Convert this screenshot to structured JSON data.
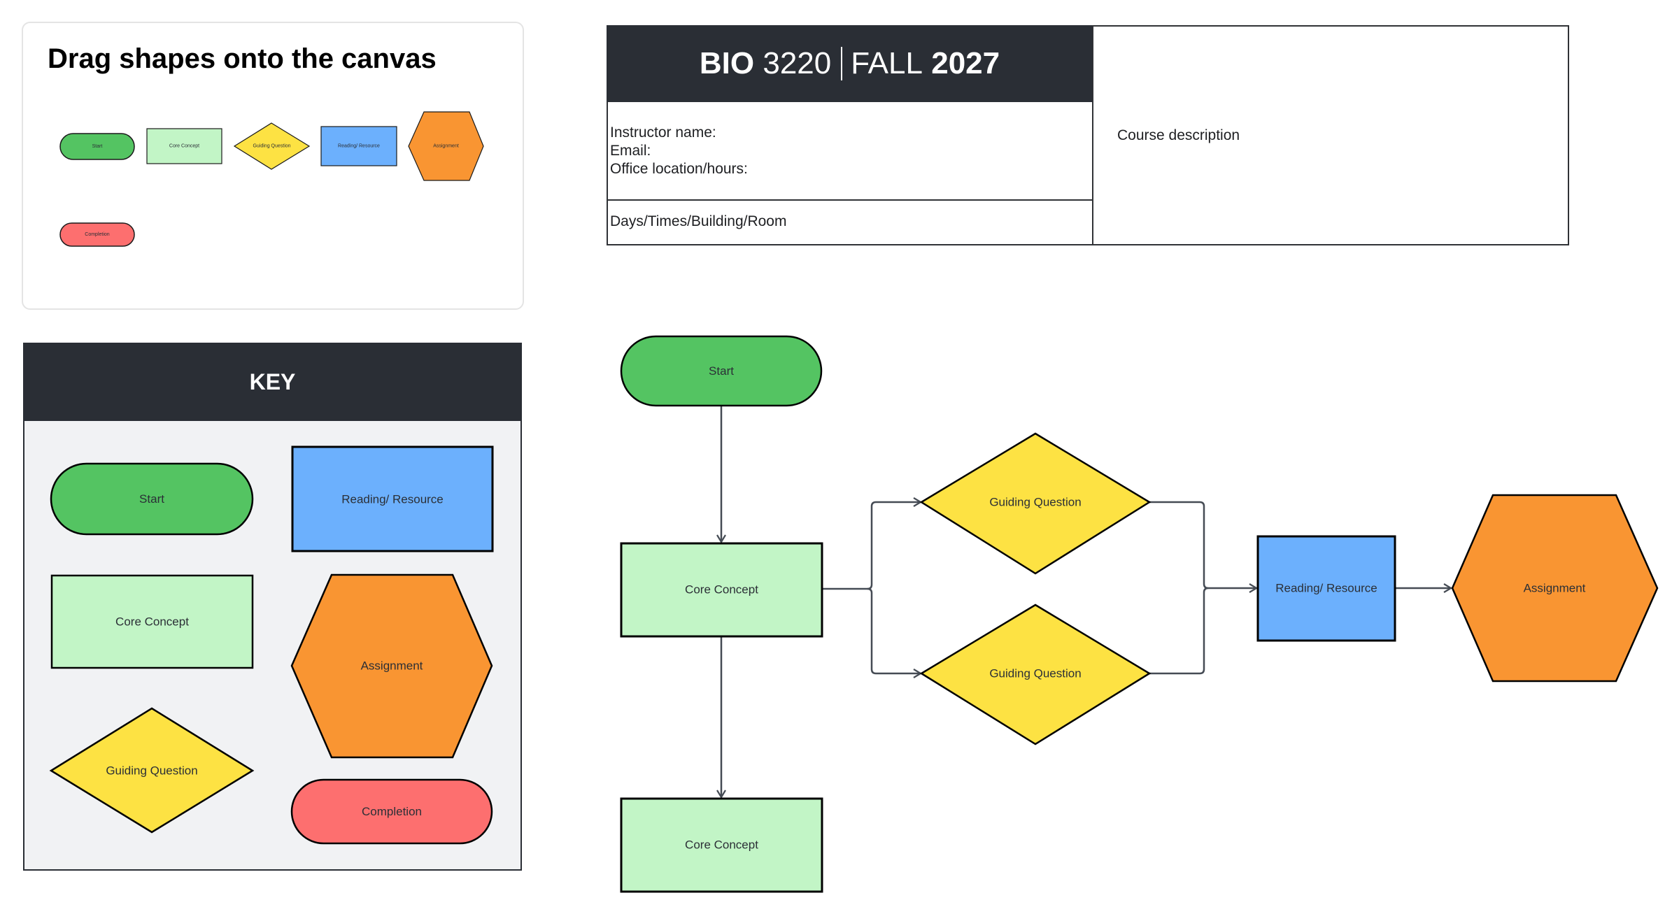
{
  "palette": {
    "title": "Drag shapes onto the canvas",
    "shapes": [
      {
        "type": "terminator",
        "label": "Start",
        "color": "#54c462"
      },
      {
        "type": "rectangle",
        "label": "Core Concept",
        "color": "#c2f5c6"
      },
      {
        "type": "diamond",
        "label": "Guiding Question",
        "color": "#fde243"
      },
      {
        "type": "rectangle",
        "label": "Reading/ Resource",
        "color": "#6cb0fd"
      },
      {
        "type": "hexagon",
        "label": "Assignment",
        "color": "#f99532"
      },
      {
        "type": "terminator",
        "label": "Completion",
        "color": "#fd6f6f"
      }
    ]
  },
  "syllabus": {
    "course_code_bold": "BIO",
    "course_number": "3220",
    "term": "FALL",
    "year": "2027",
    "info_lines": [
      "Instructor name:",
      "Email:",
      "Office location/hours:"
    ],
    "schedule": "Days/Times/Building/Room",
    "description": "Course description"
  },
  "key": {
    "title": "KEY",
    "items": [
      {
        "label": "Start",
        "color": "#54c462"
      },
      {
        "label": "Reading/ Resource",
        "color": "#6cb0fd"
      },
      {
        "label": "Core Concept",
        "color": "#c2f5c6"
      },
      {
        "label": "Assignment",
        "color": "#f99532"
      },
      {
        "label": "Guiding Question",
        "color": "#fde243"
      },
      {
        "label": "Completion",
        "color": "#fd6f6f"
      }
    ]
  },
  "flowchart": {
    "nodes": [
      {
        "id": "start",
        "label": "Start",
        "color": "#54c462"
      },
      {
        "id": "core1",
        "label": "Core Concept",
        "color": "#c2f5c6"
      },
      {
        "id": "q1",
        "label": "Guiding Question",
        "color": "#fde243"
      },
      {
        "id": "q2",
        "label": "Guiding Question",
        "color": "#fde243"
      },
      {
        "id": "reading",
        "label": "Reading/ Resource",
        "color": "#6cb0fd"
      },
      {
        "id": "assignment",
        "label": "Assignment",
        "color": "#f99532"
      },
      {
        "id": "core2",
        "label": "Core Concept",
        "color": "#c2f5c6"
      }
    ],
    "edges": [
      {
        "from": "start",
        "to": "core1"
      },
      {
        "from": "core1",
        "to": "q1"
      },
      {
        "from": "core1",
        "to": "q2"
      },
      {
        "from": "q1",
        "to": "reading"
      },
      {
        "from": "q2",
        "to": "reading"
      },
      {
        "from": "reading",
        "to": "assignment"
      },
      {
        "from": "core1",
        "to": "core2"
      }
    ],
    "connector_color": "#454b54",
    "stroke_color": "#000000"
  }
}
